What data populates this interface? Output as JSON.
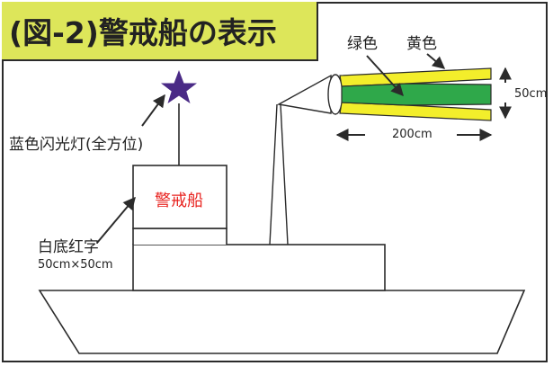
{
  "title": "(図-2)警戒船の表示",
  "labels": {
    "light": "蓝色闪光灯(全方位)",
    "sign_text": "警戒船",
    "sign_desc": "白底红字",
    "sign_size": "50cm×50cm",
    "green": "绿色",
    "yellow": "黄色",
    "height": "50cm",
    "length": "200cm"
  },
  "colors": {
    "title_bg": "#dde65a",
    "star": "#4a2a86",
    "yellow": "#f3ee2b",
    "green": "#2fa84a",
    "sign_text": "#e8231f",
    "line": "#2b2b2b"
  },
  "icons": {
    "light": "star-icon",
    "arrows": "arrow-icon"
  }
}
